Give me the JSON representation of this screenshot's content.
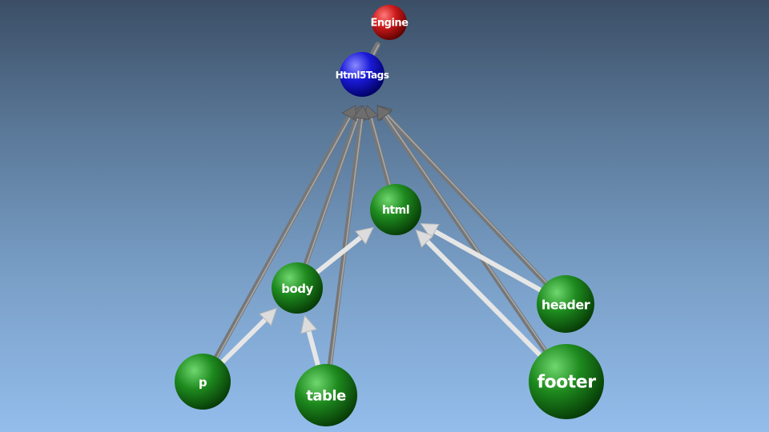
{
  "diagram": {
    "nodes": [
      {
        "id": "engine",
        "label": "Engine",
        "kind": "root"
      },
      {
        "id": "html5tags",
        "label": "Html5Tags",
        "kind": "base"
      },
      {
        "id": "html",
        "label": "html",
        "kind": "tag"
      },
      {
        "id": "body",
        "label": "body",
        "kind": "tag"
      },
      {
        "id": "header",
        "label": "header",
        "kind": "tag"
      },
      {
        "id": "p",
        "label": "p",
        "kind": "tag"
      },
      {
        "id": "table",
        "label": "table",
        "kind": "tag"
      },
      {
        "id": "footer",
        "label": "footer",
        "kind": "tag"
      }
    ],
    "edges": [
      {
        "from": "html5tags",
        "to": "engine",
        "style": "dark"
      },
      {
        "from": "html",
        "to": "html5tags",
        "style": "dark"
      },
      {
        "from": "body",
        "to": "html5tags",
        "style": "dark"
      },
      {
        "from": "p",
        "to": "html5tags",
        "style": "dark"
      },
      {
        "from": "table",
        "to": "html5tags",
        "style": "dark"
      },
      {
        "from": "header",
        "to": "html5tags",
        "style": "dark"
      },
      {
        "from": "footer",
        "to": "html5tags",
        "style": "dark"
      },
      {
        "from": "body",
        "to": "html",
        "style": "light"
      },
      {
        "from": "header",
        "to": "html",
        "style": "light"
      },
      {
        "from": "footer",
        "to": "html",
        "style": "light"
      },
      {
        "from": "p",
        "to": "body",
        "style": "light"
      },
      {
        "from": "table",
        "to": "body",
        "style": "light"
      }
    ]
  },
  "colors": {
    "root": "#cc1a1a",
    "base": "#1a1ad8",
    "tag": "#1e8a1e",
    "dark_edge": "#777777",
    "light_edge": "#e6e6e6"
  }
}
